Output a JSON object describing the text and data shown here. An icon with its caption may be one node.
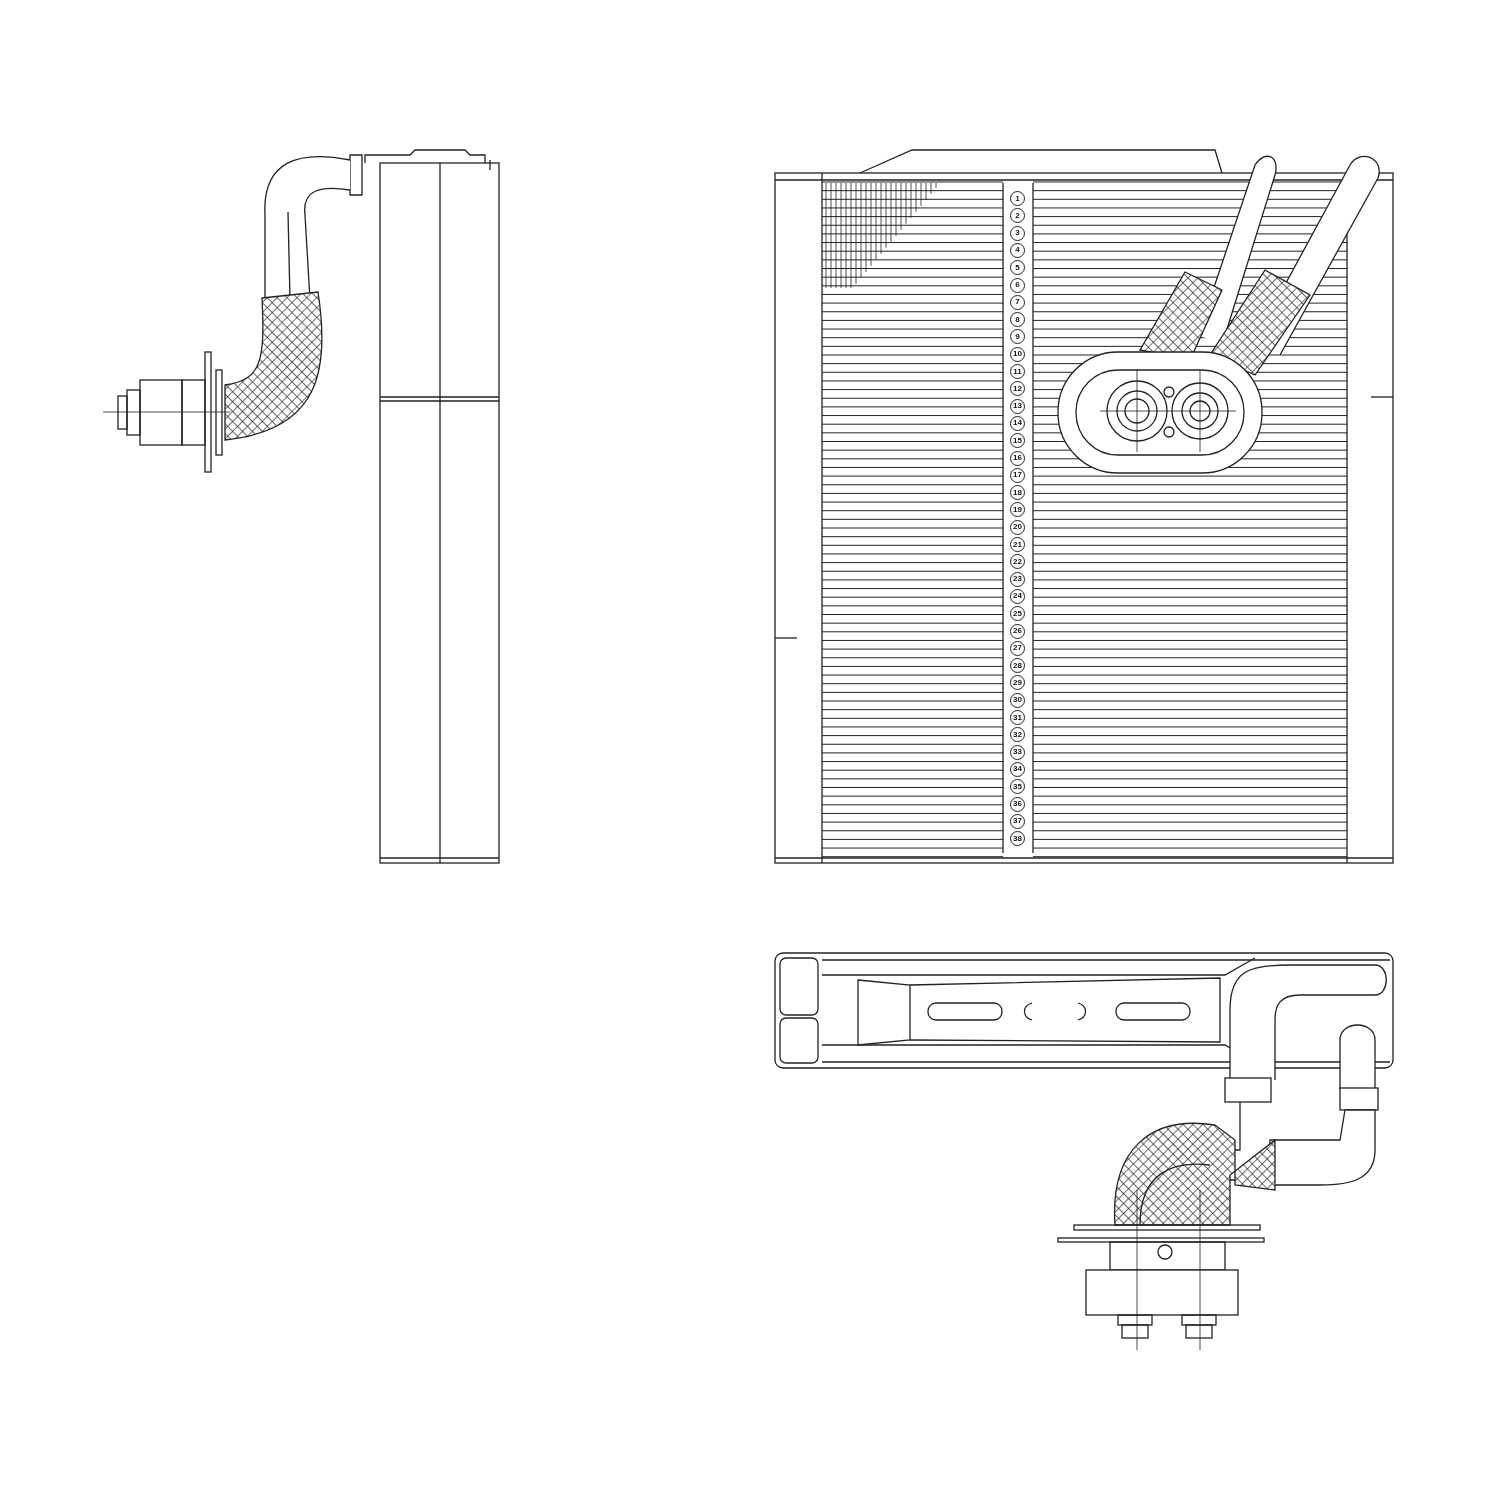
{
  "diagram": {
    "labels": [
      "1",
      "2",
      "3",
      "4",
      "5",
      "6",
      "7",
      "8",
      "9",
      "10",
      "11",
      "12",
      "13",
      "14",
      "15",
      "16",
      "17",
      "18",
      "19",
      "20",
      "21",
      "22",
      "23",
      "24",
      "25",
      "26",
      "27",
      "28",
      "29",
      "30",
      "31",
      "32",
      "33",
      "34",
      "35",
      "36",
      "37",
      "38"
    ]
  }
}
